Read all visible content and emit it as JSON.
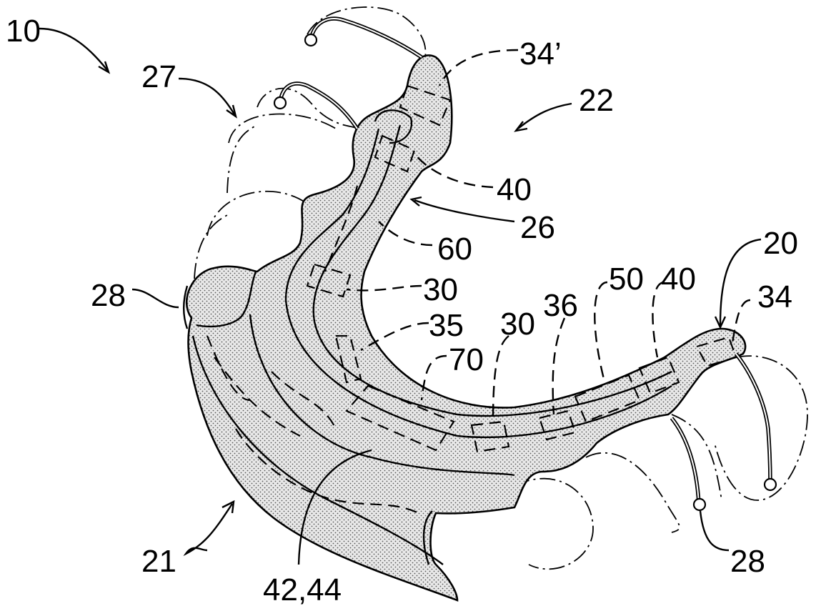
{
  "figure": {
    "labels": {
      "device": "10",
      "upper_arch": "27",
      "occlusal_side": "22",
      "posterior_end_upper": "34’",
      "emitter_upper": "40",
      "channel": "26",
      "circuit": "60",
      "sensor_upper": "30",
      "sensor_mid": "35",
      "electronics": "70",
      "sensor_lower": "30",
      "element_36": "36",
      "battery": "50",
      "emitter_lower": "40",
      "posterior_end": "34",
      "mouthpiece": "20",
      "wire_left": "28",
      "wire_right": "28",
      "lower_arch": "21",
      "flange": "42,44"
    }
  }
}
